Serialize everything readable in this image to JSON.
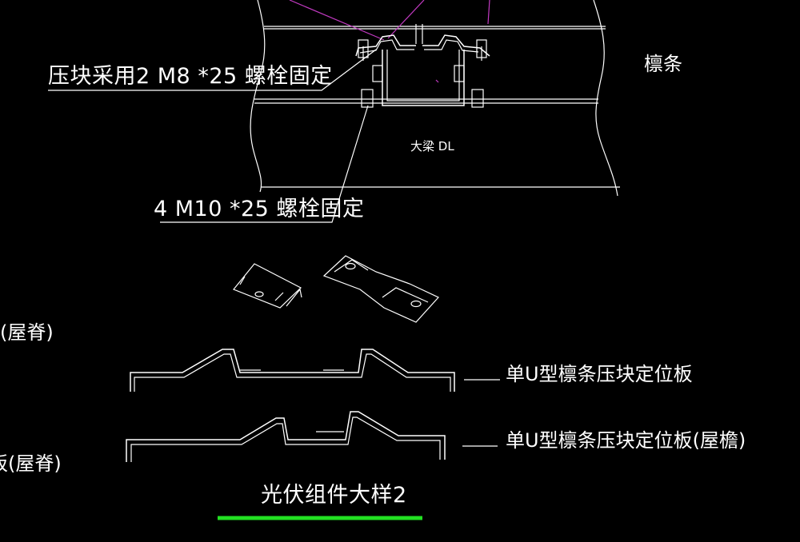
{
  "labels": {
    "press_block_bolt": "压块采用2 M8 *25 螺栓固定",
    "purlin": "檩条",
    "main_beam": "大梁 DL",
    "beam_bolt": "4 M10 *25 螺栓固定",
    "ridge_left_1": "(屋脊)",
    "ridge_left_2": "板(屋脊)",
    "u_plate": "单U型檩条压块定位板",
    "u_plate_eave": "单U型檩条压块定位板(屋檐)",
    "title": "光伏组件大样2"
  },
  "colors": {
    "background": "#000000",
    "lines": "#ffffff",
    "accent_magenta": "#c23ac2",
    "title_underline": "#22e022"
  }
}
